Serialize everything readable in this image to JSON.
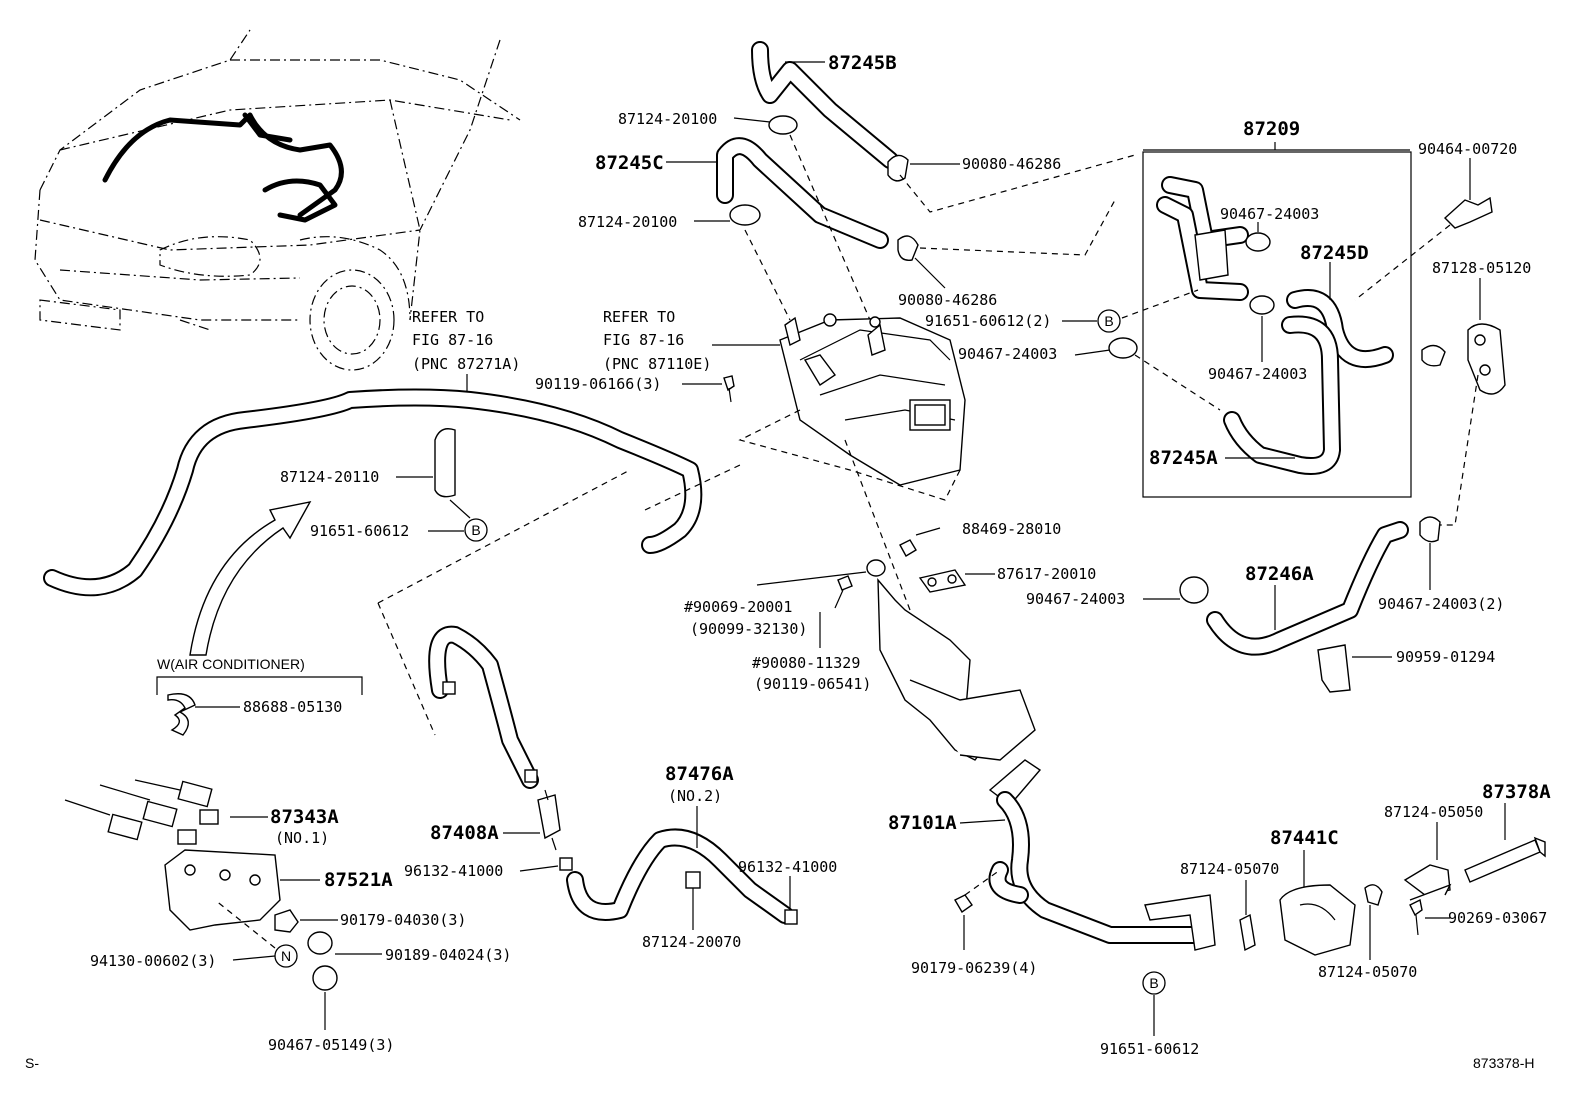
{
  "labels": {
    "p87245B": "87245B",
    "p87124_20100a": "87124-20100",
    "p87245C": "87245C",
    "p90080_46286a": "90080-46286",
    "p87124_20100b": "87124-20100",
    "p90080_46286b": "90080-46286",
    "p87209": "87209",
    "p90464_00720": "90464-00720",
    "p90467_24003a": "90467-24003",
    "p87245D": "87245D",
    "p87128_05120": "87128-05120",
    "p91651_60612_2": "91651-60612(2)",
    "p90467_24003b": "90467-24003",
    "p90467_24003c": "90467-24003",
    "p87245A": "87245A",
    "refer1_l1": "REFER TO",
    "refer1_l2": "FIG 87-16",
    "refer1_l3": "(PNC 87271A)",
    "refer2_l1": "REFER TO",
    "refer2_l2": "FIG 87-16",
    "refer2_l3": "(PNC 87110E)",
    "p90119_06166_3": "90119-06166(3)",
    "p87124_20110": "87124-20110",
    "p91651_60612a": "91651-60612",
    "p88469_28010": "88469-28010",
    "p87617_20010": "87617-20010",
    "p90467_24003d": "90467-24003",
    "p87246A": "87246A",
    "p90467_24003_2": "90467-24003(2)",
    "p90069_20001": "#90069-20001",
    "p90099_32130": "(90099-32130)",
    "p90080_11329": "#90080-11329",
    "p90119_06541": "(90119-06541)",
    "p90959_01294": "90959-01294",
    "w_ac": "W(AIR CONDITIONER)",
    "p88688_05130": "88688-05130",
    "p87476A": "87476A",
    "p87476A_no2": "(NO.2)",
    "p87343A": "87343A",
    "p87343A_no1": "(NO.1)",
    "p87408A": "87408A",
    "p96132_41000a": "96132-41000",
    "p96132_41000b": "96132-41000",
    "p87101A": "87101A",
    "p87378A": "87378A",
    "p87124_05050": "87124-05050",
    "p87441C": "87441C",
    "p87124_05070a": "87124-05070",
    "p87521A": "87521A",
    "p90179_04030_3": "90179-04030(3)",
    "p90269_03067": "90269-03067",
    "p87124_20070": "87124-20070",
    "p87124_05070b": "87124-05070",
    "p94130_00602_3": "94130-00602(3)",
    "p90189_04024_3": "90189-04024(3)",
    "p90179_06239_4": "90179-06239(4)",
    "p90467_05149_3": "90467-05149(3)",
    "p91651_60612b": "91651-60612",
    "corner_s": "S-",
    "corner_code": "873378-H"
  },
  "markers": {
    "b": "B",
    "n": "N"
  }
}
